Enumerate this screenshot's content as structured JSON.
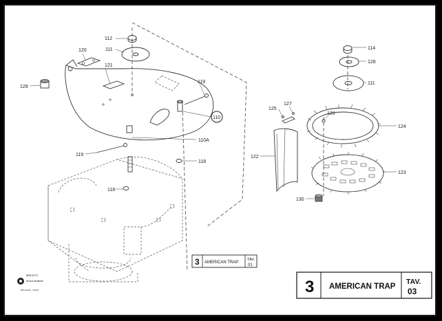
{
  "title_block": {
    "number": "3",
    "title": "AMERICAN TRAP",
    "tav_label": "TAV.",
    "tav_number": "03"
  },
  "inner_title_block": {
    "number": "3",
    "title": "AMERICAN TRAP",
    "tav_label": "TAV.",
    "tav_number": "01"
  },
  "part_labels": {
    "p112": "112",
    "p111a": "111",
    "p120": "120",
    "p121": "121",
    "p129": "129",
    "p119a": "119",
    "p110": "110",
    "p110a": "110A",
    "p119b": "119",
    "p118a": "118",
    "p118b": "118",
    "p114": "114",
    "p128": "128",
    "p111b": "111",
    "p125": "125",
    "p127": "127",
    "p126": "126",
    "p124": "124",
    "p122": "122",
    "p123": "123",
    "p130": "130"
  },
  "logo": {
    "line1": "BREVETTI",
    "line2": "Nuova Mollavell",
    "line3": "BOLOGNA  · ITALIA"
  },
  "colors": {
    "background": "#000000",
    "paper": "#ffffff",
    "ink": "#222222"
  }
}
